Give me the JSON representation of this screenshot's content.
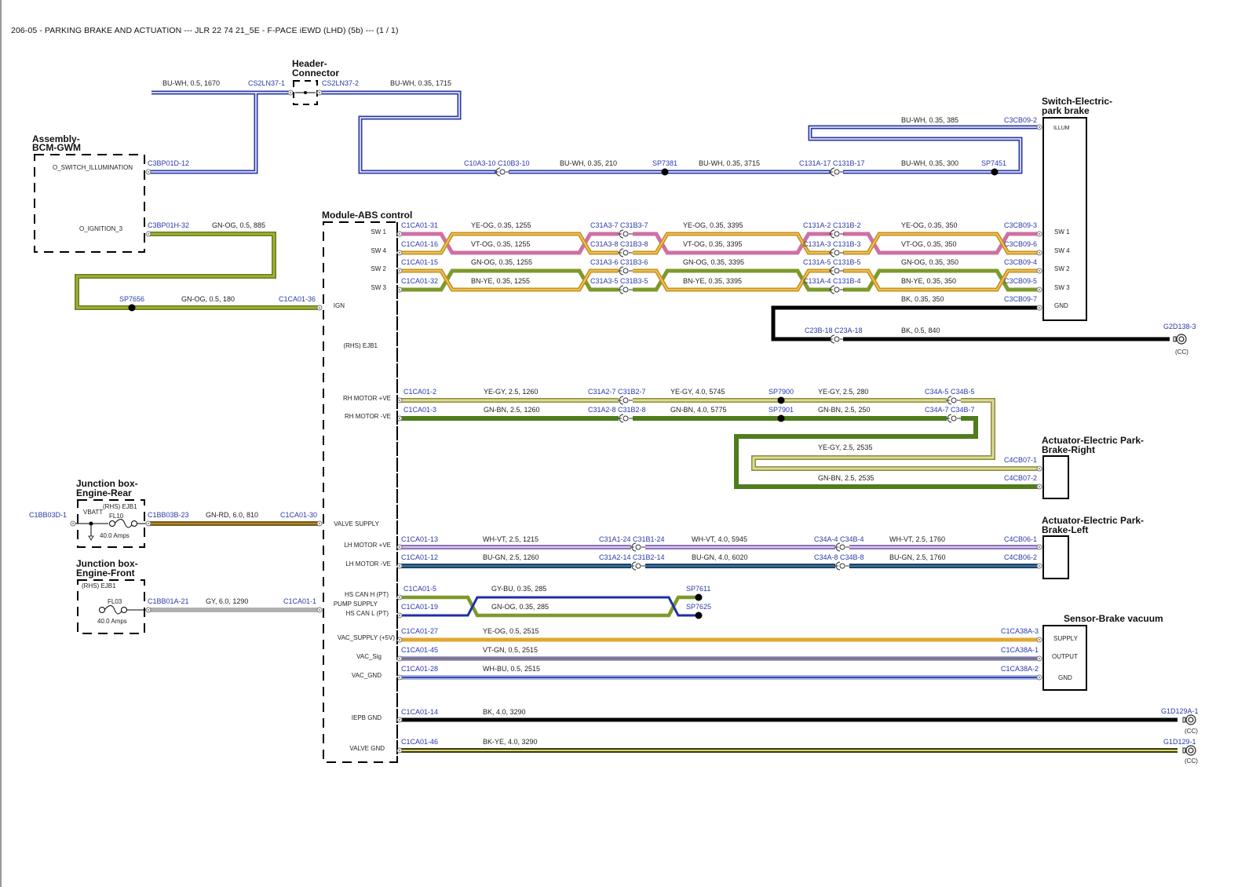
{
  "page": {
    "title": "206-05 - PARKING BRAKE AND ACTUATION --- JLR 22 74 21_5E - F-PACE iEWD (LHD) (5b) --- (1 / 1)",
    "subtitle": "faint watermark text (illegible)"
  },
  "colors": {
    "connector_label": "#2a3aa8",
    "BU-WH": "#2a3aa8",
    "YE-OG": "#e0a832",
    "VT-OG": "#cf6fa6",
    "GN-OG": "#7d9a2a",
    "BN-YE": "#7d9a2a",
    "BK": "#000000",
    "YE-GY": "#c8c77a",
    "GN-BN": "#4f7d1c",
    "GN-RD": "#7a5a1a",
    "GY": "#b0b0b0",
    "WH-VT": "#b89ad6",
    "BU-GN": "#2c5a7a",
    "GY-BU": "#7d9a2a",
    "VT-GN": "#6e7a86",
    "WH-BU": "#3a4db0",
    "BK-YE": "#3a3a10"
  },
  "components": {
    "header_connector": {
      "title_line1": "Header-",
      "title_line2": "Connector"
    },
    "bcm": {
      "title_line1": "Assembly-",
      "title_line2": "BCM-GWM",
      "pins": [
        "O_SWITCH_ILLUMINATION",
        "O_IGNITION_3"
      ]
    },
    "abs": {
      "title": "Module-ABS control",
      "pins": [
        "SW 1",
        "SW 4",
        "SW 2",
        "SW 3",
        "IGN",
        "(RHS) EJB1",
        "RH MOTOR +VE",
        "RH MOTOR -VE",
        "VALVE SUPPLY",
        "LH MOTOR +VE",
        "LH MOTOR -VE",
        "HS CAN H (PT)",
        "PUMP SUPPLY",
        "HS CAN L (PT)",
        "VAC_SUPPLY (+5V)",
        "VAC_Sig",
        "VAC_GND",
        "IEPB GND",
        "VALVE GND"
      ]
    },
    "switch_epb": {
      "title_line1": "Switch-Electric-",
      "title_line2": "park brake",
      "pins": [
        "ILLUM",
        "SW 1",
        "SW 4",
        "SW 2",
        "SW 3",
        "GND"
      ]
    },
    "actuator_right": {
      "title_line1": "Actuator-Electric Park-",
      "title_line2": "Brake-Right"
    },
    "actuator_left": {
      "title_line1": "Actuator-Electric Park-",
      "title_line2": "Brake-Left"
    },
    "sensor_vacuum": {
      "title": "Sensor-Brake vacuum",
      "pins": [
        "SUPPLY",
        "OUTPUT",
        "GND"
      ]
    },
    "jb_rear": {
      "title_line1": "Junction box-",
      "title_line2": "Engine-Rear",
      "location": "(RHS) EJB1",
      "vbatt": "VBATT",
      "fuse": "FL10",
      "rating": "40.0 Amps",
      "input_connector": "C1BB03D-1"
    },
    "jb_front": {
      "title_line1": "Junction box-",
      "title_line2": "Engine-Front",
      "location": "(RHS) EJB1",
      "fuse": "FL03",
      "rating": "40.0 Amps"
    }
  },
  "connectors": {
    "cs2ln37_1": "CS2LN37-1",
    "cs2ln37_2": "CS2LN37-2",
    "c3bp01d_12": "C3BP01D-12",
    "c3bp01h_32": "C3BP01H-32",
    "sp7656": "SP7656",
    "c1ca01_36": "C1CA01-36",
    "c10a3_10": "C10A3-10 C10B3-10",
    "sp7381": "SP7381",
    "c131a_17": "C131A-17 C131B-17",
    "sp7451": "SP7451",
    "c3cb09_2": "C3CB09-2",
    "c1ca01_31": "C1CA01-31",
    "c1ca01_16": "C1CA01-16",
    "c1ca01_15": "C1CA01-15",
    "c1ca01_32": "C1CA01-32",
    "c31a3_7": "C31A3-7 C31B3-7",
    "c31a3_8": "C31A3-8 C31B3-8",
    "c31a3_6": "C31A3-6 C31B3-6",
    "c31a3_5": "C31A3-5 C31B3-5",
    "c131a_2": "C131A-2 C131B-2",
    "c131a_3": "C131A-3 C131B-3",
    "c131a_5": "C131A-5 C131B-5",
    "c131a_4": "C131A-4 C131B-4",
    "c3cb09_3": "C3CB09-3",
    "c3cb09_6": "C3CB09-6",
    "c3cb09_4": "C3CB09-4",
    "c3cb09_5": "C3CB09-5",
    "c3cb09_7": "C3CB09-7",
    "c23b_18": "C23B-18 C23A-18",
    "g2d138_3": "G2D138-3",
    "cc": "(CC)",
    "c1ca01_2": "C1CA01-2",
    "c1ca01_3": "C1CA01-3",
    "c31a2_7": "C31A2-7 C31B2-7",
    "c31a2_8": "C31A2-8 C31B2-8",
    "sp7900": "SP7900",
    "sp7901": "SP7901",
    "c34a_5": "C34A-5 C34B-5",
    "c34a_7": "C34A-7 C34B-7",
    "c4cb07_1": "C4CB07-1",
    "c4cb07_2": "C4CB07-2",
    "c1bb03b_23": "C1BB03B-23",
    "c1ca01_30": "C1CA01-30",
    "c1ca01_13": "C1CA01-13",
    "c1ca01_12": "C1CA01-12",
    "c31a1_24": "C31A1-24 C31B1-24",
    "c31a2_14": "C31A2-14 C31B2-14",
    "c34a_4": "C34A-4 C34B-4",
    "c34a_8": "C34A-8 C34B-8",
    "c4cb06_1": "C4CB06-1",
    "c4cb06_2": "C4CB06-2",
    "c1bb01a_21": "C1BB01A-21",
    "c1ca01_1": "C1CA01-1",
    "c1ca01_5": "C1CA01-5",
    "c1ca01_19": "C1CA01-19",
    "sp7611": "SP7611",
    "sp7625": "SP7625",
    "c1ca01_27": "C1CA01-27",
    "c1ca01_45": "C1CA01-45",
    "c1ca01_28": "C1CA01-28",
    "c1ca38a_3": "C1CA38A-3",
    "c1ca38a_1": "C1CA38A-1",
    "c1ca38a_2": "C1CA38A-2",
    "c1ca01_14": "C1CA01-14",
    "c1ca01_46": "C1CA01-46",
    "g1d129a_1": "G1D129A-1",
    "g1d129_1": "G1D129-1"
  },
  "wires": {
    "w_bcm_hdr": "BU-WH, 0.5, 1670",
    "w_hdr_right": "BU-WH, 0.35, 1715",
    "w_illum_210": "BU-WH, 0.35, 210",
    "w_illum_3715": "BU-WH, 0.35, 3715",
    "w_illum_300": "BU-WH, 0.35, 300",
    "w_illum_385": "BU-WH, 0.35, 385",
    "w_ign_885": "GN-OG, 0.5, 885",
    "w_ign_180": "GN-OG, 0.5, 180",
    "sw1_a": "YE-OG, 0.35, 1255",
    "sw4_a": "VT-OG, 0.35, 1255",
    "sw2_a": "GN-OG, 0.35, 1255",
    "sw3_a": "BN-YE, 0.35, 1255",
    "sw1_b": "YE-OG, 0.35, 3395",
    "sw4_b": "VT-OG, 0.35, 3395",
    "sw2_b": "GN-OG, 0.35, 3395",
    "sw3_b": "BN-YE, 0.35, 3395",
    "sw1_c": "YE-OG, 0.35, 350",
    "sw4_c": "VT-OG, 0.35, 350",
    "sw2_c": "GN-OG, 0.35, 350",
    "sw3_c": "BN-YE, 0.35, 350",
    "gnd_350": "BK, 0.35, 350",
    "gnd_840": "BK, 0.5, 840",
    "rhp_a": "YE-GY, 2.5, 1260",
    "rhp_b": "YE-GY, 4.0, 5745",
    "rhp_c": "YE-GY, 2.5, 280",
    "rhp_d": "YE-GY, 2.5, 2535",
    "rhn_a": "GN-BN, 2.5, 1260",
    "rhn_b": "GN-BN, 4.0, 5775",
    "rhn_c": "GN-BN, 2.5, 250",
    "rhn_d": "GN-BN, 2.5, 2535",
    "valve_sup": "GN-RD, 6.0, 810",
    "lhp_a": "WH-VT, 2.5, 1215",
    "lhp_b": "WH-VT, 4.0, 5945",
    "lhp_c": "WH-VT, 2.5, 1760",
    "lhn_a": "BU-GN, 2.5, 1260",
    "lhn_b": "BU-GN, 4.0, 6020",
    "lhn_c": "BU-GN, 2.5, 1760",
    "pump_sup": "GY, 6.0, 1290",
    "can_h": "GY-BU, 0.35, 285",
    "can_l": "GN-OG, 0.35, 285",
    "vac_sup": "YE-OG, 0.5, 2515",
    "vac_sig": "VT-GN, 0.5, 2515",
    "vac_gnd": "WH-BU, 0.5, 2515",
    "iepb_gnd": "BK, 4.0, 3290",
    "valve_gnd": "BK-YE, 4.0, 3290"
  }
}
